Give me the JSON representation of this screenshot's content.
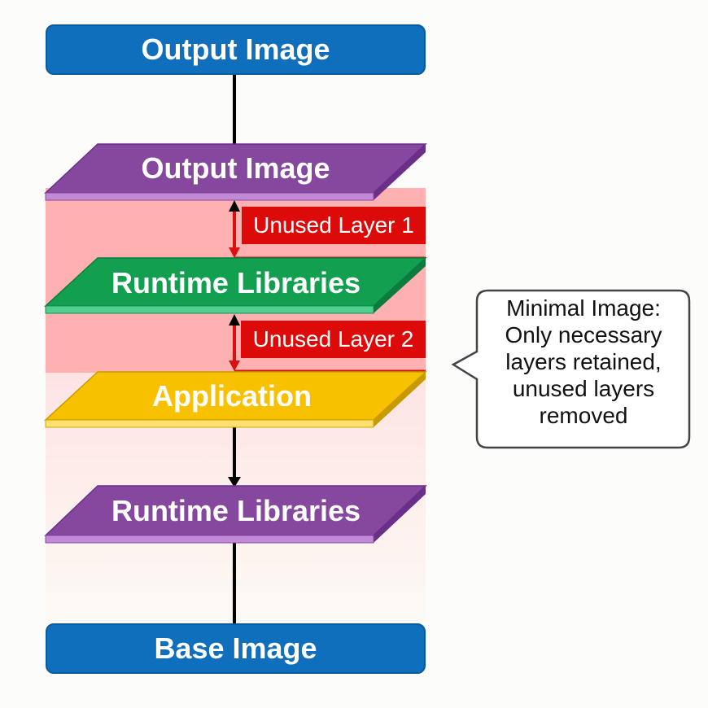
{
  "diagram": {
    "top_box": {
      "label": "Output Image",
      "color": "#0f6fbd"
    },
    "layers": [
      {
        "label": "Output Image",
        "color": "#7f3f9e",
        "edge_color": "#c08ad4"
      },
      {
        "label": "Runtime Libraries",
        "color": "#12a050",
        "edge_color": "#4fcf90"
      },
      {
        "label": "Application",
        "color": "#f7c100",
        "edge_color": "#ffe070"
      },
      {
        "label": "Runtime Libraries",
        "color": "#7f3f9e",
        "edge_color": "#c08ad4"
      }
    ],
    "unused_layers": [
      {
        "label": "Unused Layer 1",
        "color": "#dd0a0a"
      },
      {
        "label": "Unused Layer 2",
        "color": "#dd0a0a"
      }
    ],
    "bottom_box": {
      "label": "Base Image",
      "color": "#0f6fbd"
    },
    "callout": {
      "lines": [
        "Minimal Image:",
        "Only necessary",
        "layers retained,",
        "unused layers",
        "removed"
      ]
    },
    "highlight_color": "#ffb0b0"
  }
}
